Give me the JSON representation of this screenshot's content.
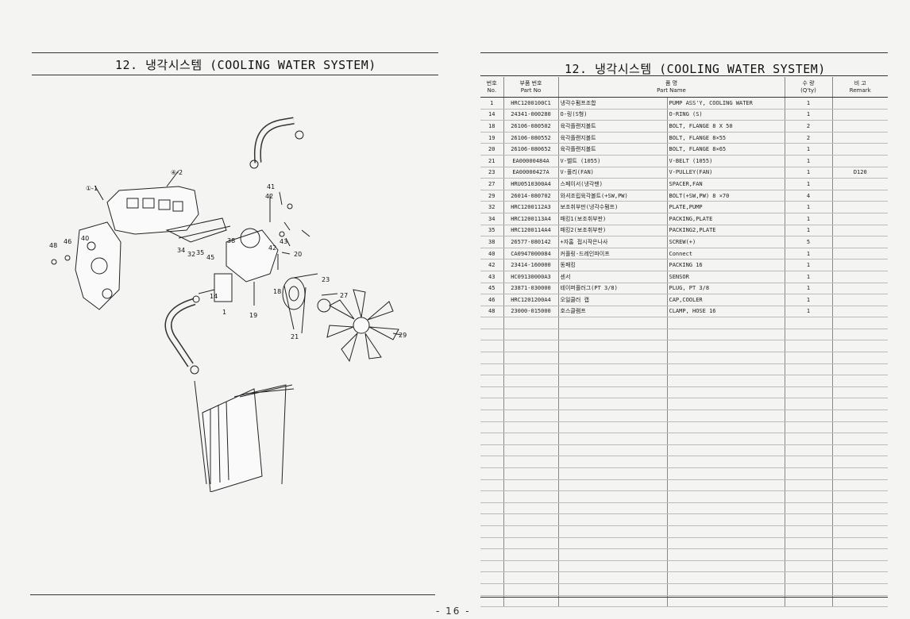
{
  "left_page": {
    "title": "12. 냉각시스템 (COOLING WATER SYSTEM)",
    "callouts": [
      "①-1",
      "④-2",
      "41",
      "42",
      "43",
      "42",
      "20",
      "38",
      "34",
      "32",
      "35",
      "45",
      "40",
      "46",
      "48",
      "14",
      "1",
      "19",
      "18",
      "23",
      "27",
      "21",
      "29"
    ]
  },
  "right_page": {
    "title": "12. 냉각시스템 (COOLING WATER SYSTEM)",
    "headers": {
      "no_ko": "번호",
      "no_en": "No.",
      "part_no_ko": "부품 번호",
      "part_no_en": "Part No",
      "name_ko": "품 명",
      "name_en": "Part Name",
      "qty_ko": "수 량",
      "qty_en": "(Q'ty)",
      "remark_ko": "비 고",
      "remark_en": "Remark"
    },
    "rows": [
      {
        "no": "1",
        "part_no": "HRC1200100C1",
        "name_ko": "냉각수펌프조합",
        "name_en": "PUMP ASS'Y, COOLING WATER",
        "qty": "1",
        "remark": ""
      },
      {
        "no": "14",
        "part_no": "24341-000280",
        "name_ko": "O-링(S형)",
        "name_en": "O-RING (S)",
        "qty": "1",
        "remark": ""
      },
      {
        "no": "18",
        "part_no": "26106-080502",
        "name_ko": "육각플랜지볼트",
        "name_en": "BOLT, FLANGE 8 X 50",
        "qty": "2",
        "remark": ""
      },
      {
        "no": "19",
        "part_no": "26106-080552",
        "name_ko": "육각플랜지볼트",
        "name_en": "BOLT, FLANGE 8×55",
        "qty": "2",
        "remark": ""
      },
      {
        "no": "20",
        "part_no": "26106-080652",
        "name_ko": "육각플랜지볼트",
        "name_en": "BOLT, FLANGE 8×65",
        "qty": "1",
        "remark": ""
      },
      {
        "no": "21",
        "part_no": "EA00000484A",
        "name_ko": "V-벨트 (1055)",
        "name_en": "V-BELT (1055)",
        "qty": "1",
        "remark": ""
      },
      {
        "no": "23",
        "part_no": "EA00000427A",
        "name_ko": "V-풀리(FAN)",
        "name_en": "V-PULLEY(FAN)",
        "qty": "1",
        "remark": "D120"
      },
      {
        "no": "27",
        "part_no": "HRU0510300A4",
        "name_ko": "스페이서(냉각팬)",
        "name_en": "SPACER,FAN",
        "qty": "1",
        "remark": ""
      },
      {
        "no": "29",
        "part_no": "26014-080702",
        "name_ko": "와셔조립육각볼트(+SW,PW)",
        "name_en": "BOLT(+SW,PW) 8 ×70",
        "qty": "4",
        "remark": ""
      },
      {
        "no": "32",
        "part_no": "HRC1200112A3",
        "name_ko": "보조취부판(냉각수펌프)",
        "name_en": "PLATE,PUMP",
        "qty": "1",
        "remark": ""
      },
      {
        "no": "34",
        "part_no": "HRC1200113A4",
        "name_ko": "패킹1(보조취부판)",
        "name_en": "PACKING,PLATE",
        "qty": "1",
        "remark": ""
      },
      {
        "no": "35",
        "part_no": "HRC1200114A4",
        "name_ko": "패킹2(보조취부판)",
        "name_en": "PACKING2,PLATE",
        "qty": "1",
        "remark": ""
      },
      {
        "no": "38",
        "part_no": "26577-080142",
        "name_ko": "+자홈 접시작은나사",
        "name_en": "SCREW(+)",
        "qty": "5",
        "remark": ""
      },
      {
        "no": "40",
        "part_no": "CA0947000084",
        "name_ko": "커플링-드레인파이프",
        "name_en": "Connect",
        "qty": "1",
        "remark": ""
      },
      {
        "no": "42",
        "part_no": "23414-160000",
        "name_ko": "동패킹",
        "name_en": "PACKING 16",
        "qty": "1",
        "remark": ""
      },
      {
        "no": "43",
        "part_no": "HC09130000A3",
        "name_ko": "센서",
        "name_en": "SENSOR",
        "qty": "1",
        "remark": ""
      },
      {
        "no": "45",
        "part_no": "23871-030000",
        "name_ko": "테이퍼플러그(PT 3/8)",
        "name_en": "PLUG, PT 3/8",
        "qty": "1",
        "remark": ""
      },
      {
        "no": "46",
        "part_no": "HRC1201200A4",
        "name_ko": "오일쿨러 캡",
        "name_en": "CAP,COOLER",
        "qty": "1",
        "remark": ""
      },
      {
        "no": "48",
        "part_no": "23000-015000",
        "name_ko": "호스클램프",
        "name_en": "CLAMP, HOSE 16",
        "qty": "1",
        "remark": ""
      }
    ]
  },
  "page_number": "- 16 -"
}
